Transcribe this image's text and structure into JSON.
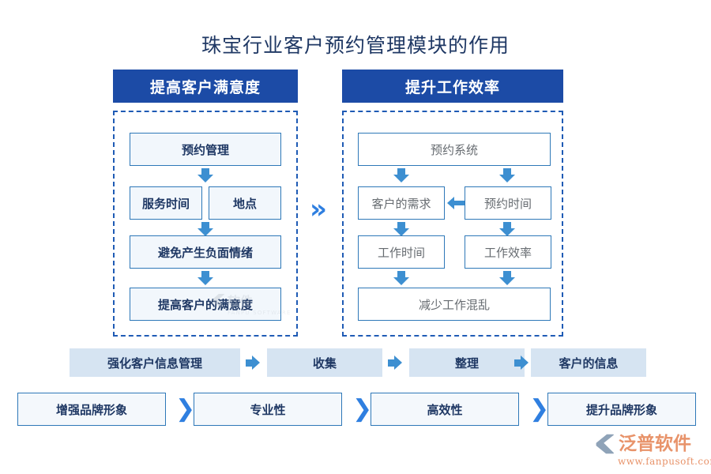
{
  "title": "珠宝行业客户预约管理模块的作用",
  "columns": {
    "left": {
      "header": "提高客户满意度",
      "nodes": {
        "n1": "预约管理",
        "n2a": "服务时间",
        "n2b": "地点",
        "n3": "避免产生负面情绪",
        "n4": "提高客户的满意度"
      }
    },
    "right": {
      "header": "提升工作效率",
      "nodes": {
        "n1": "预约系统",
        "n2a": "客户的需求",
        "n2b": "预约时间",
        "n3a": "工作时间",
        "n3b": "工作效率",
        "n4": "减少工作混乱"
      }
    }
  },
  "connector": {
    "between_columns": "»"
  },
  "flow_row_1": {
    "items": [
      "强化客户信息管理",
      "收集",
      "整理",
      "客户的信息"
    ],
    "separator": "➡"
  },
  "flow_row_2": {
    "items": [
      "增强品牌形象",
      "专业性",
      "高效性",
      "提升品牌形象"
    ],
    "separator": "❯"
  },
  "watermark": {
    "cn": "软件",
    "en": "FANPU SOFTWARE"
  },
  "logo": {
    "cn": "泛普软件",
    "url": "www.fanpusoft.com"
  },
  "colors": {
    "header_blue": "#1c4ba6",
    "title_navy": "#1f3864",
    "box_border": "#2e78b8",
    "box_fill_light": "#f2f7fc",
    "arrow_blue": "#3d8fd1",
    "dashed_blue": "#1f5bb5",
    "row1_fill": "#d6e4f2",
    "logo_orange": "#e8936a"
  }
}
